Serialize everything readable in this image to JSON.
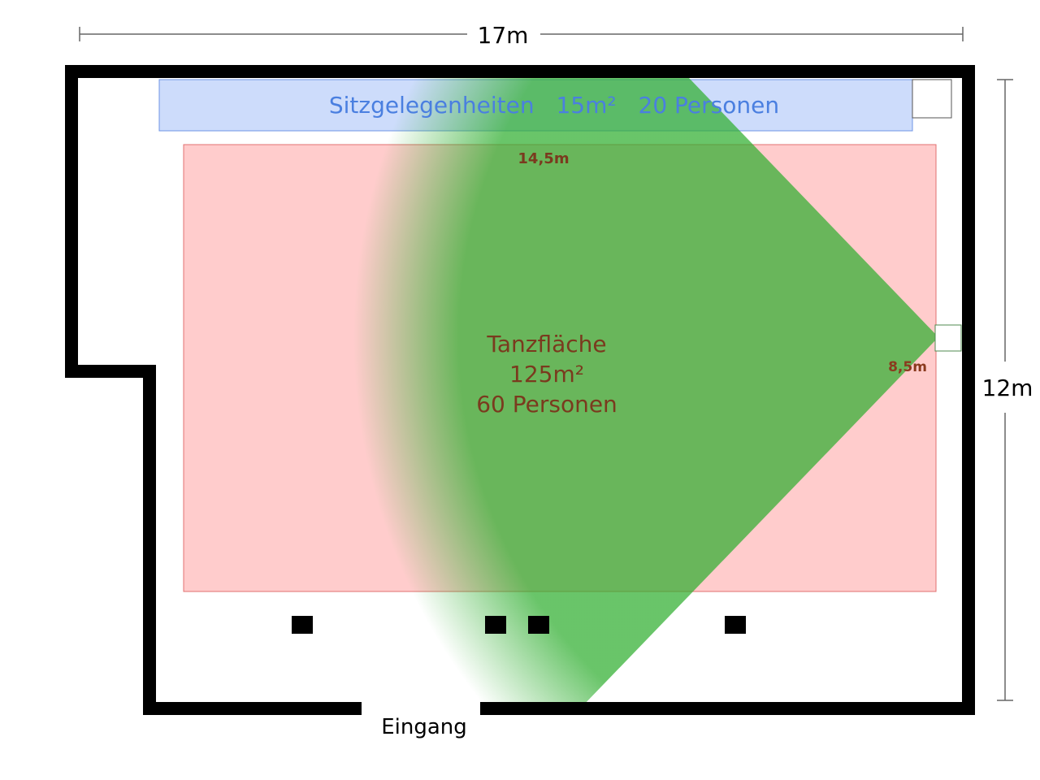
{
  "dimensions": {
    "width_label": "17m",
    "height_label": "12m"
  },
  "seating": {
    "title": "Sitzgelegenheiten",
    "area": "15m²",
    "persons": "20 Personen"
  },
  "dancefloor": {
    "title": "Tanzfläche",
    "area": "125m²",
    "persons": "60 Personen",
    "width_label": "14,5m",
    "depth_label": "8,5m"
  },
  "entrance": {
    "label": "Eingang"
  },
  "colors": {
    "wall": "#000000",
    "seating_fill": "#cddcfb",
    "seating_text": "#4a7fe0",
    "dancefloor_fill": "#ffcccc",
    "dancefloor_text": "#7a3a1e",
    "depth_label_accent": "#e04848",
    "beam": "#4cc94c",
    "dimension_line": "#666666"
  }
}
